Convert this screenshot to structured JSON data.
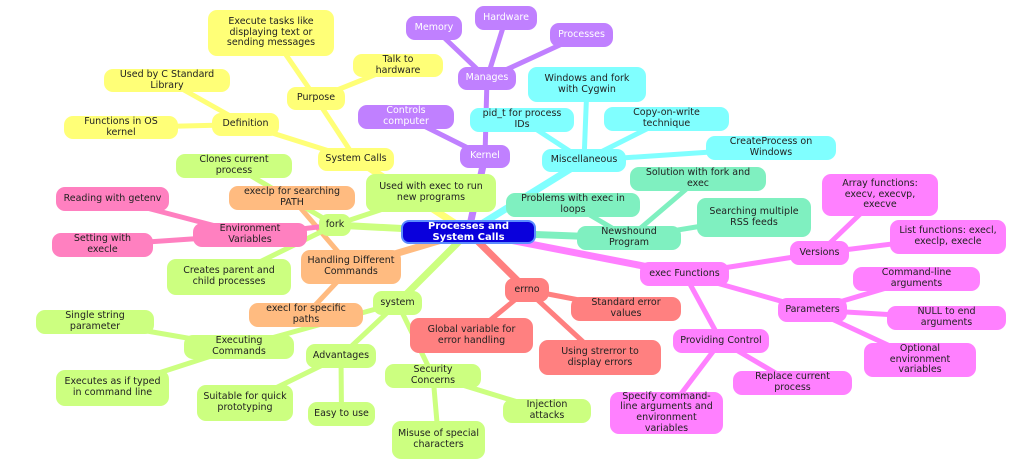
{
  "mindmap": {
    "root": "Processes and System Calls",
    "colors": {
      "root": "#0a00dc",
      "yellow": "#ffff77",
      "violet": "#c080ff",
      "cyan": "#80ffff",
      "mint": "#7ff0c0",
      "magenta": "#ff80ff",
      "salmon": "#ff8080",
      "lime": "#ccff80",
      "orange": "#ffbb80",
      "pink": "#ff80c0"
    },
    "nodes": {
      "system_calls": "System Calls",
      "purpose": "Purpose",
      "execute_tasks": "Execute tasks like displaying text or sending messages",
      "talk_hardware": "Talk to hardware",
      "definition": "Definition",
      "used_by_c": "Used by C Standard Library",
      "functions_kernel": "Functions in OS kernel",
      "kernel": "Kernel",
      "manages": "Manages",
      "memory": "Memory",
      "hardware": "Hardware",
      "processes": "Processes",
      "controls_computer": "Controls computer",
      "miscellaneous": "Miscellaneous",
      "windows_fork": "Windows and fork with Cygwin",
      "pid_t": "pid_t for process IDs",
      "copy_on_write": "Copy-on-write technique",
      "createprocess": "CreateProcess on Windows",
      "newshound": "Newshound Program",
      "solution_fork": "Solution with fork and exec",
      "problems_exec": "Problems with exec in loops",
      "searching_rss": "Searching multiple RSS feeds",
      "exec_functions": "exec Functions",
      "versions": "Versions",
      "array_functions": "Array functions: execv, execvp, execve",
      "list_functions": "List functions: execl, execlp, execle",
      "parameters": "Parameters",
      "cmdline_args": "Command-line arguments",
      "null_end": "NULL to end arguments",
      "optional_env": "Optional environment variables",
      "providing_control": "Providing Control",
      "replace_process": "Replace current process",
      "specify_cmdline": "Specify command-line arguments and environment variables",
      "errno": "errno",
      "standard_error": "Standard error values",
      "global_variable": "Global variable for error handling",
      "using_strerror": "Using strerror to display errors",
      "system": "system",
      "security_concerns": "Security Concerns",
      "injection_attacks": "Injection attacks",
      "misuse_chars": "Misuse of special characters",
      "advantages": "Advantages",
      "easy_to_use": "Easy to use",
      "suitable_prototyping": "Suitable for quick prototyping",
      "executing_commands": "Executing Commands",
      "single_string": "Single string parameter",
      "executes_typed": "Executes as if typed in command line",
      "handling_commands": "Handling Different Commands",
      "execlp_path": "execlp for searching PATH",
      "execl_paths": "execl for specific paths",
      "fork": "fork",
      "clones_process": "Clones current process",
      "creates_parent": "Creates parent and child processes",
      "used_with_exec": "Used with exec to run new programs",
      "env_variables": "Environment Variables",
      "reading_getenv": "Reading with getenv",
      "setting_execle": "Setting with execle"
    }
  }
}
